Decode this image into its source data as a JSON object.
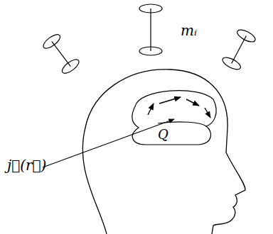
{
  "diagram": {
    "nodes": [
      {
        "text": [
          "Q"
        ]
      }
    ],
    "labels": [
      "mᵢ",
      "j⃗(r⃗)"
    ]
  }
}
